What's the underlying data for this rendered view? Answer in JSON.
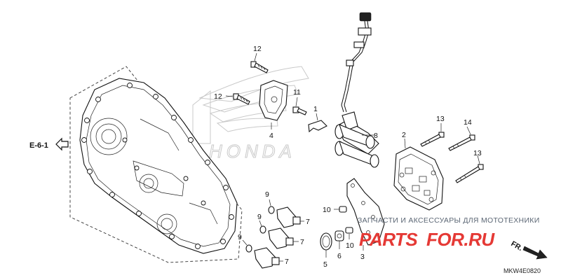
{
  "ref_label": "E-6-1",
  "direction_label": "FR.",
  "diagram_code": "MKW4E0820",
  "watermark": {
    "tagline": "ЗАПЧАСТИ И АКСЕССУАРЫ ДЛЯ МОТОТЕХНИКИ",
    "brand_left": "PARTS",
    "brand_right": "FOR.RU",
    "background_logo": "HONDA"
  },
  "callouts": {
    "p1": "1",
    "p2": "2",
    "p3": "3",
    "p4": "4",
    "p5": "5",
    "p6": "6",
    "p7a": "7",
    "p7b": "7",
    "p7c": "7",
    "p8": "8",
    "p9a": "9",
    "p9b": "9",
    "p9c": "9",
    "p10a": "10",
    "p10b": "10",
    "p11": "11",
    "p12a": "12",
    "p12b": "12",
    "p13a": "13",
    "p13b": "13",
    "p14": "14"
  },
  "icons": {
    "ref_arrow": "arrow-left-icon",
    "direction_arrow": "arrow-down-right-icon"
  }
}
